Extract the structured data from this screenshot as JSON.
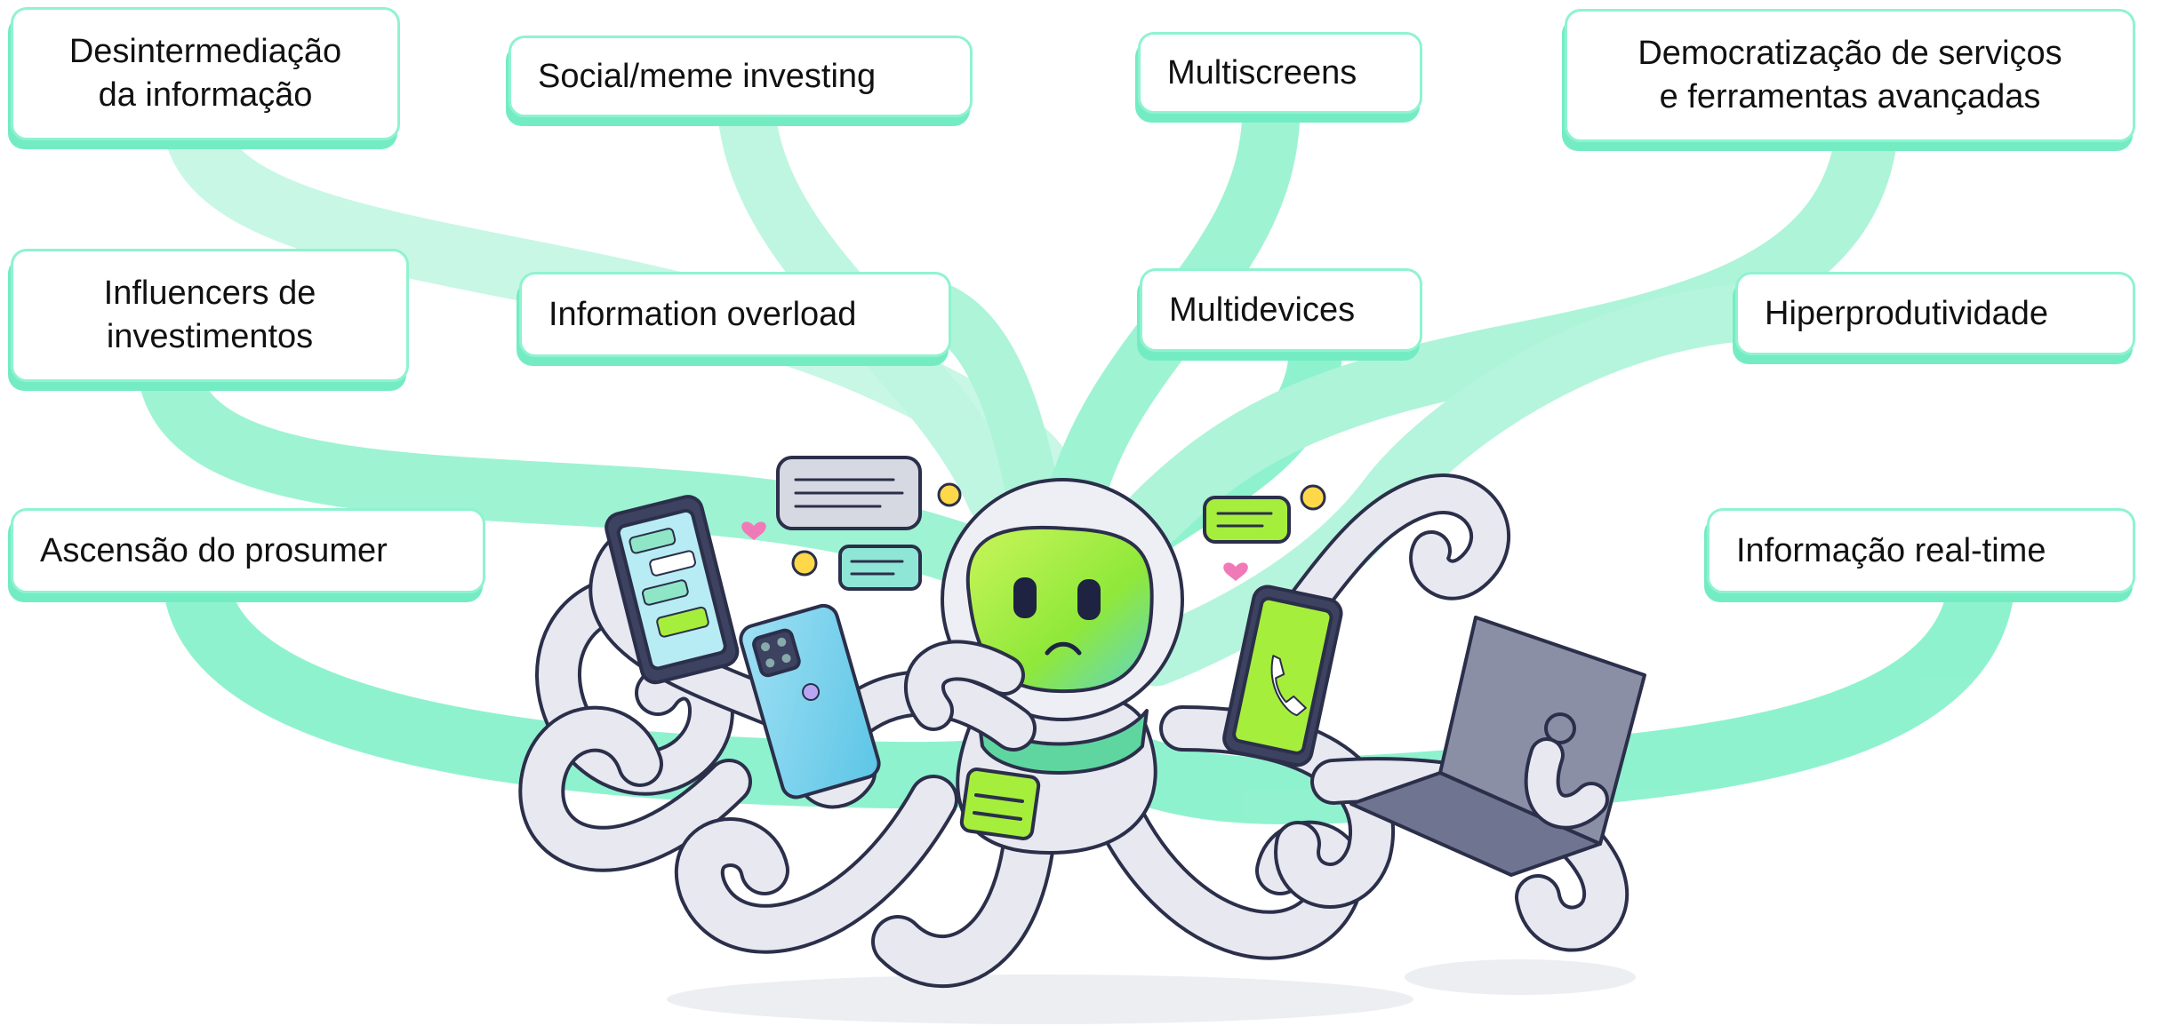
{
  "labels": {
    "desintermediacao": "Desintermediação\nda informação",
    "social_meme": "Social/meme investing",
    "multiscreens": "Multiscreens",
    "democratizacao": "Democratização de serviços\ne ferramentas avançadas",
    "influencers": "Influencers de\ninvestimentos",
    "information_overload": "Information overload",
    "multidevices": "Multidevices",
    "hiperprodutividade": "Hiperprodutividade",
    "ascensao_prosumer": "Ascensão do prosumer",
    "informacao_realtime": "Informação real-time"
  },
  "colors": {
    "stream": "#7cf0c7",
    "label_border": "#8ff3cf",
    "octopus_body": "#e7e8f0",
    "octopus_outline": "#2b2f4a",
    "visor": "#a6ee3c",
    "phone_screen": "#7fd6ee"
  }
}
